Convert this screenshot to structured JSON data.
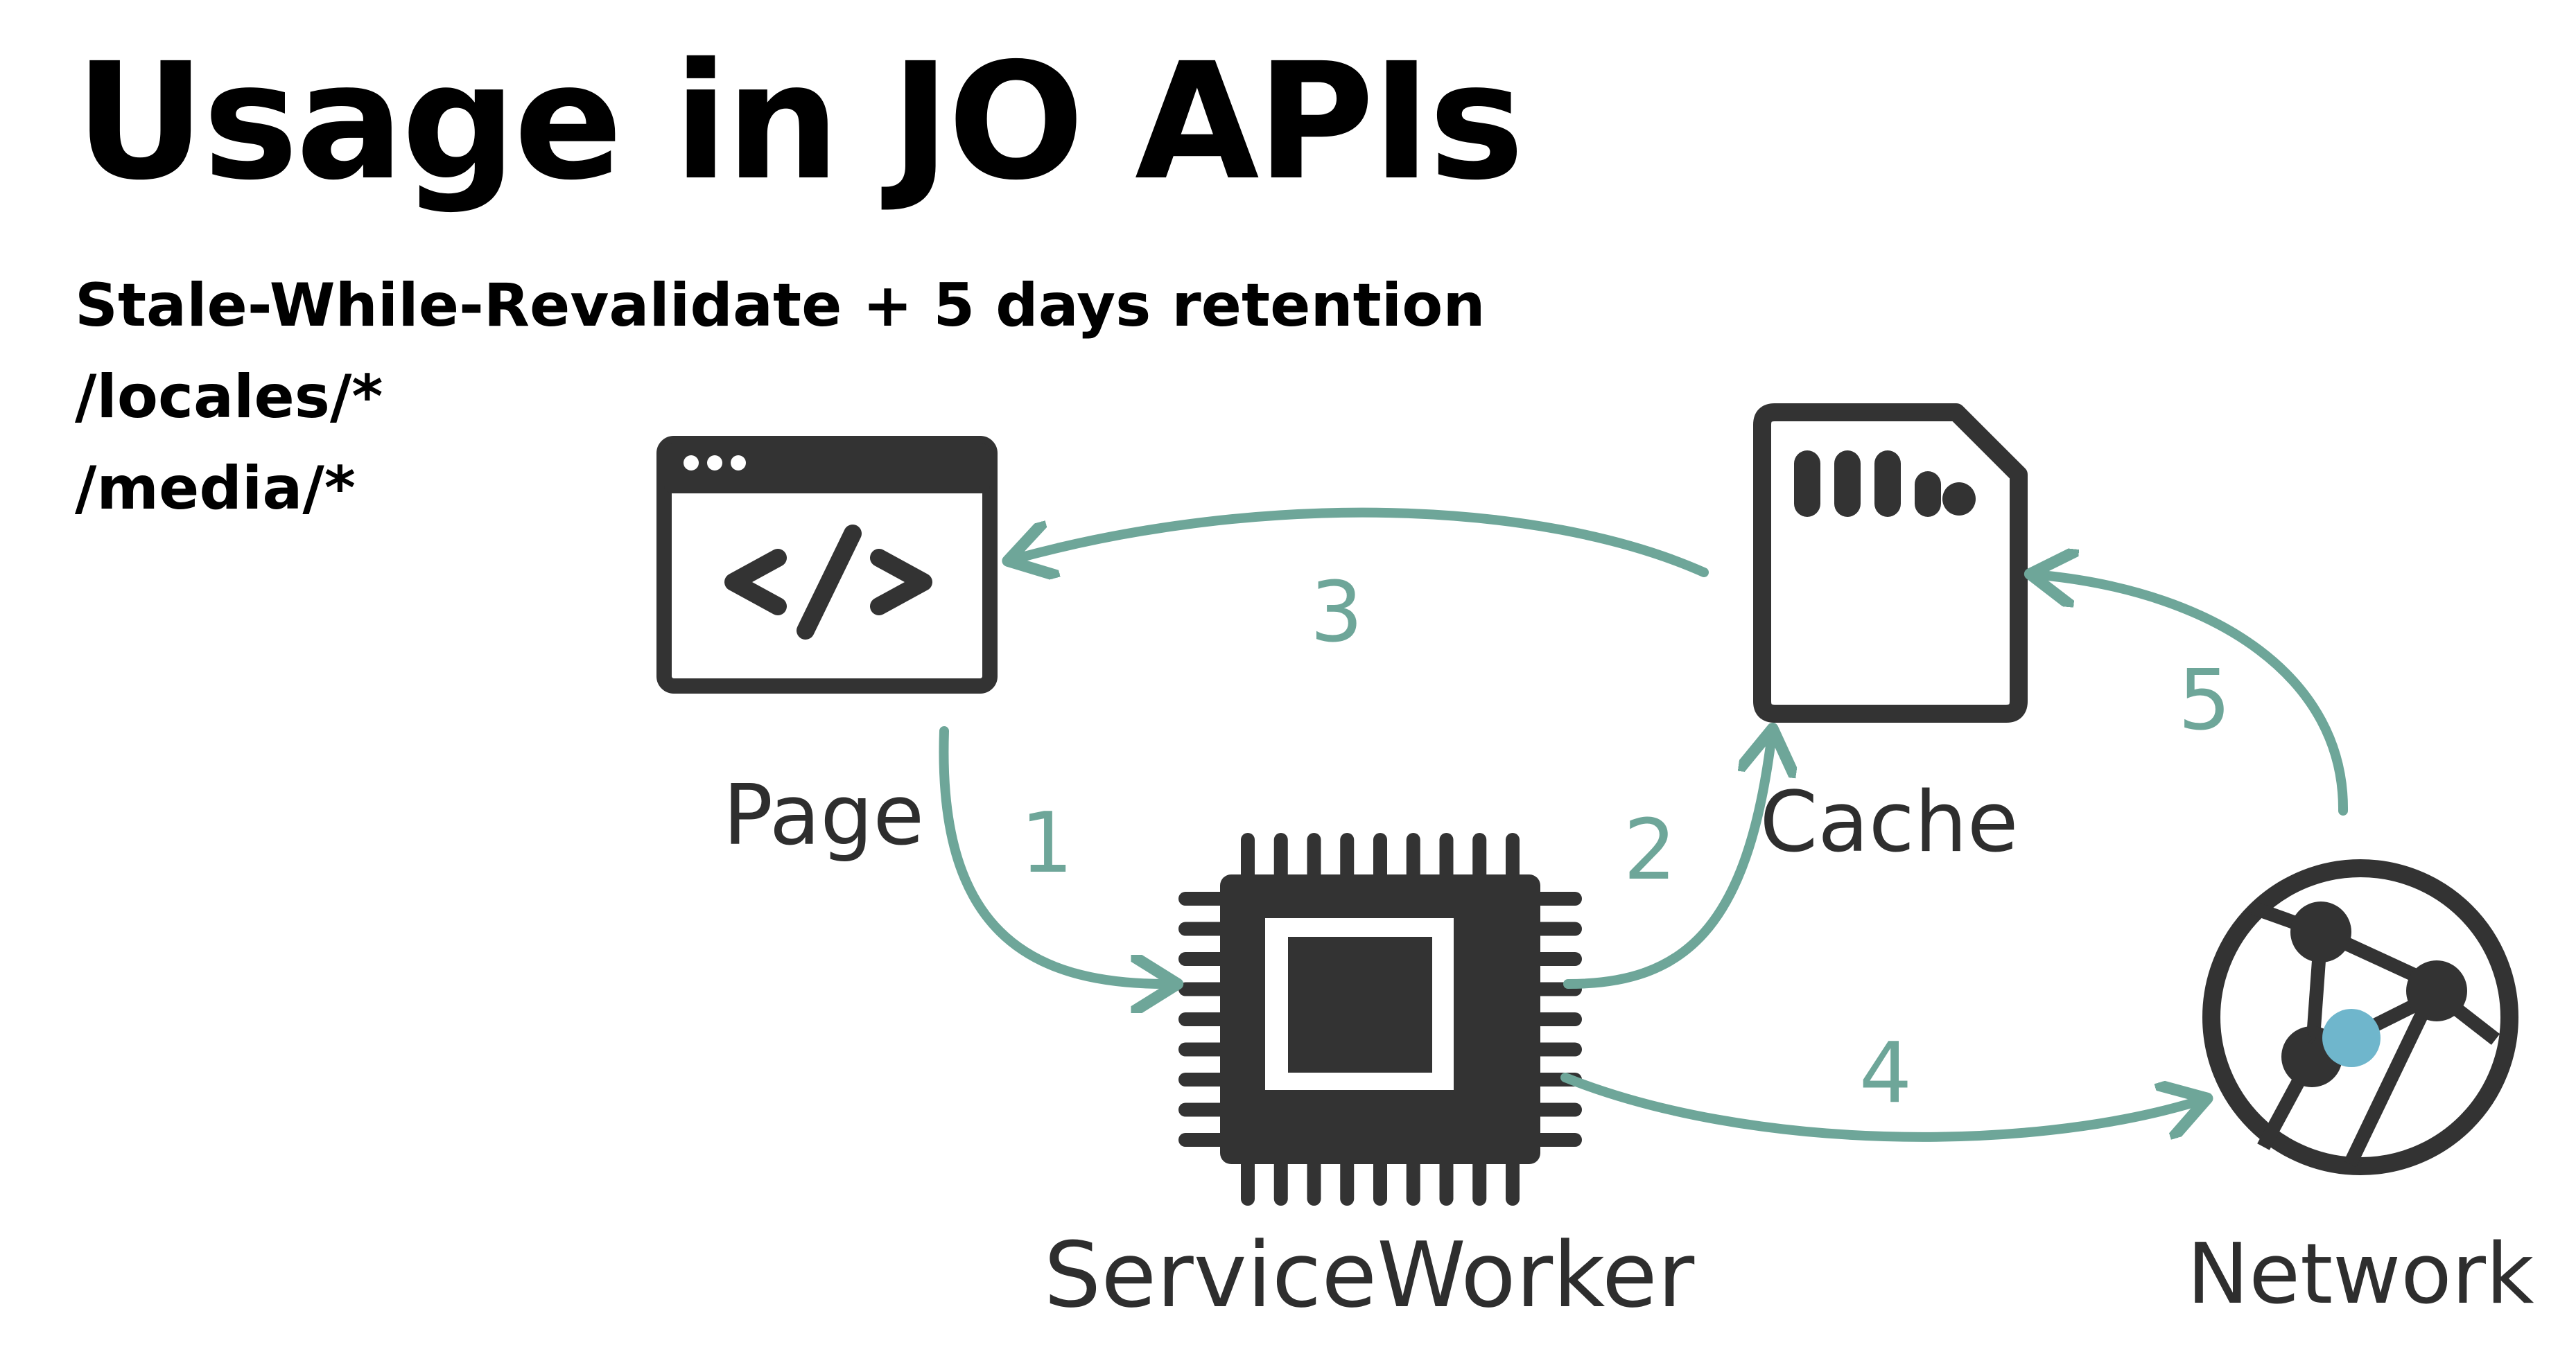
{
  "title": "Usage in JO APIs",
  "subtitle_lines": [
    "Stale-While-Revalidate + 5 days retention",
    "/locales/*",
    "/media/*"
  ],
  "nodes": {
    "page": "Page",
    "service_worker": "ServiceWorker",
    "cache": "Cache",
    "network": "Network"
  },
  "steps": [
    "1",
    "2",
    "3",
    "4",
    "5"
  ],
  "colors": {
    "arrow": "#6ea699",
    "icon": "#333333",
    "cursor_dot": "#6fb6cc"
  }
}
